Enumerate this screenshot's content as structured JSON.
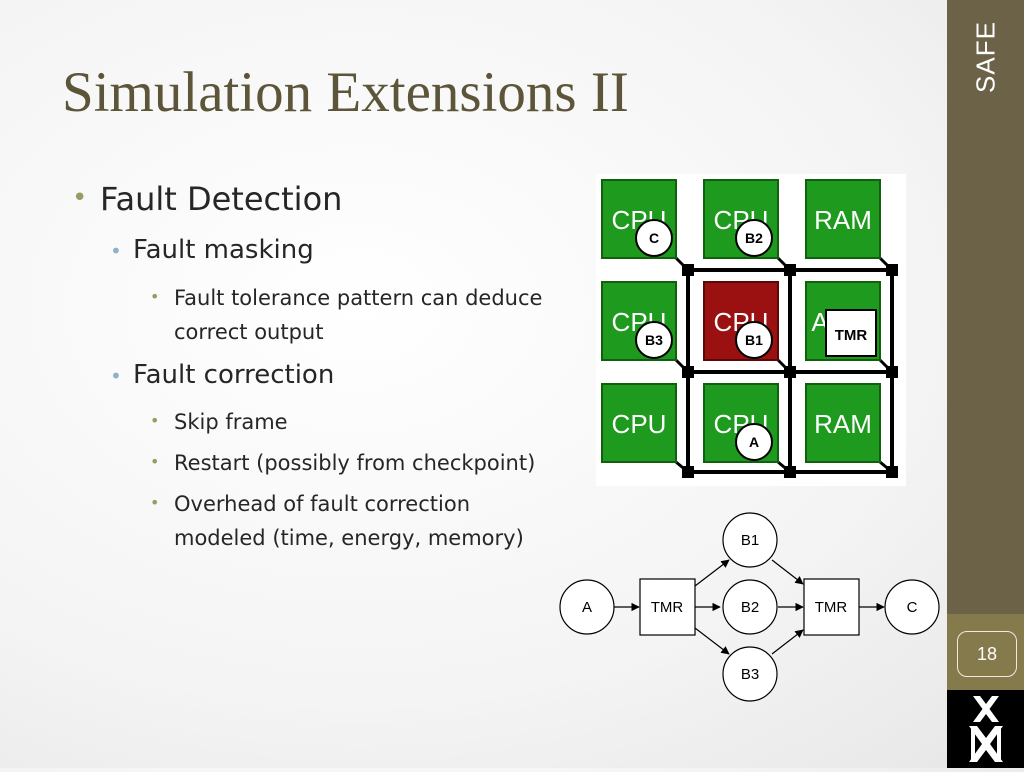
{
  "slide": {
    "title": "Simulation Extensions II",
    "sidebar_label": "SAFE",
    "page_number": "18"
  },
  "bullets": {
    "l1": "Fault Detection",
    "fault_masking": "Fault masking",
    "masking_detail_line1": "Fault tolerance pattern can deduce",
    "masking_detail_line2": "correct output",
    "fault_correction": "Fault correction",
    "skip_frame": "Skip frame",
    "restart": "Restart (possibly from checkpoint)",
    "overhead_line1": "Overhead of fault correction",
    "overhead_line2": "modeled (time, energy, memory)"
  },
  "grid": {
    "tiles": [
      "CPU",
      "CPU",
      "RAM",
      "CPU",
      "CPU",
      "A",
      "CPU",
      "CPU",
      "RAM"
    ],
    "badges": [
      "C",
      "B2",
      "B3",
      "B1",
      "A"
    ],
    "tmr_label": "TMR",
    "faulty_tile": "CPU (row 2, col 2)"
  },
  "flow": {
    "nodes": [
      "A",
      "TMR",
      "B1",
      "B2",
      "B3",
      "TMR",
      "C"
    ]
  },
  "colors": {
    "accent": "#6b6248",
    "title": "#5d5539",
    "tile_green": "#1e9a1e",
    "tile_red": "#9b1010"
  }
}
